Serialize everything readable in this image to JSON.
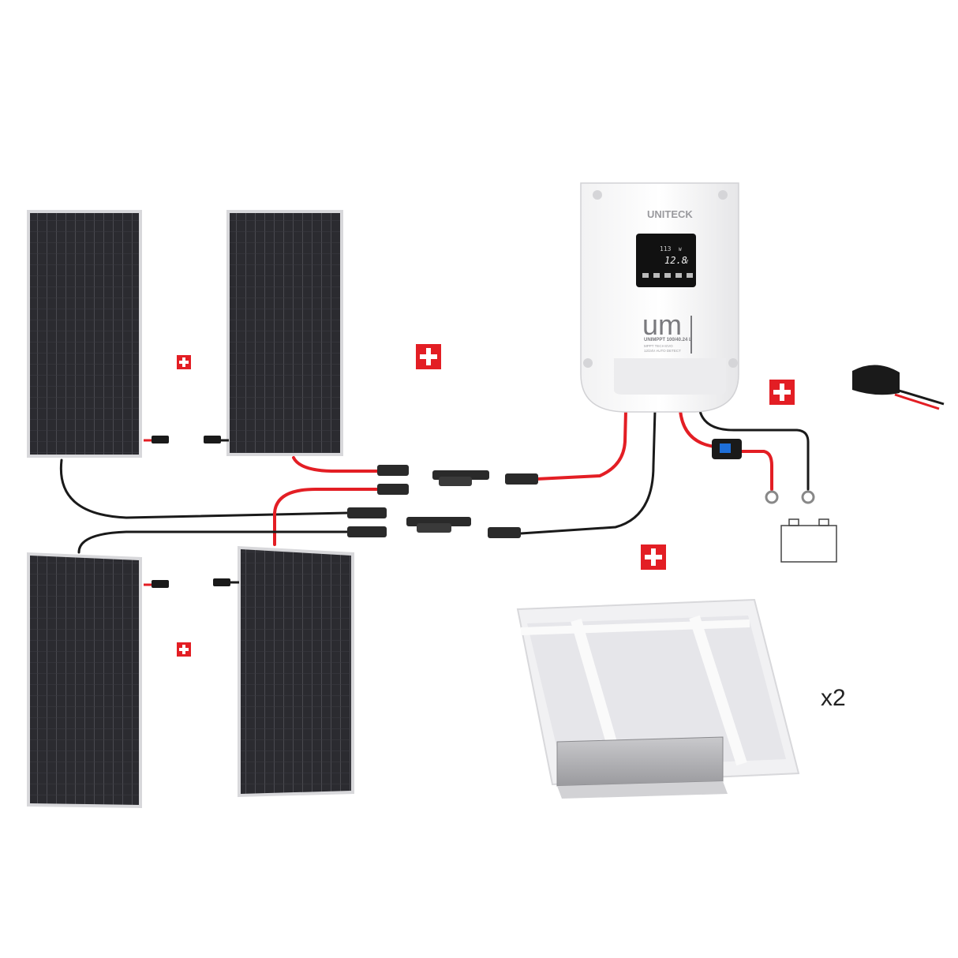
{
  "controller": {
    "brand": "UNITECK",
    "logo": "um",
    "model": "UNIMPPT 100/40.24 L",
    "subtitle_line1": "MPPT TECH EVO",
    "subtitle_line2": "12/24V AUTO DETECT",
    "display_top": "113",
    "display_unit_top": "W",
    "display_main": "12.8",
    "display_unit_main": "V"
  },
  "quantity_label": "x2",
  "colors": {
    "accent_red": "#e31e24",
    "cable_red": "#e31e24",
    "cable_black": "#1a1a1a",
    "panel_cell": "#2b2b30",
    "panel_frame": "#c9c9cc"
  },
  "icons": [
    "solar-panel-icon",
    "plus-icon",
    "battery-icon",
    "mc4-connector-icon",
    "mc4-y-branch-icon",
    "inline-fuse-icon",
    "mounting-bracket-icon",
    "charge-controller-icon"
  ]
}
